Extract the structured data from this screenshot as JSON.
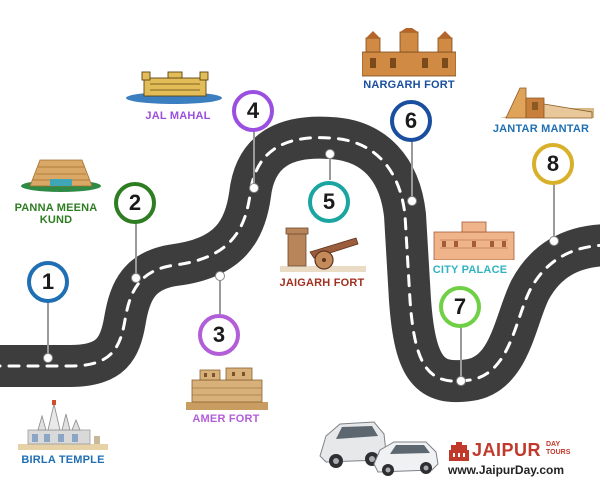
{
  "stops": [
    {
      "number": "1",
      "name": "BIRLA TEMPLE",
      "color": "#1f6fb2",
      "label_color": "#1f6fb2"
    },
    {
      "number": "2",
      "name": "PANNA MEENA KUND",
      "color": "#2e7d22",
      "label_color": "#2e7d22"
    },
    {
      "number": "3",
      "name": "AMER FORT",
      "color": "#b25ed8",
      "label_color": "#b25ed8"
    },
    {
      "number": "4",
      "name": "JAL MAHAL",
      "color": "#9b4fe0",
      "label_color": "#9b4fe0"
    },
    {
      "number": "5",
      "name": "JAIGARH FORT",
      "color": "#1aa5a1",
      "label_color": "#a03020"
    },
    {
      "number": "6",
      "name": "NARGARH FORT",
      "color": "#1a4fa0",
      "label_color": "#1a4fa0"
    },
    {
      "number": "7",
      "name": "CITY PALACE",
      "color": "#6fcf45",
      "label_color": "#32b3c0"
    },
    {
      "number": "8",
      "name": "JANTAR MANTAR",
      "color": "#d9b02a",
      "label_color": "#1f6fb2"
    }
  ],
  "logo": {
    "brand": "JAIPUR",
    "suffix_line1": "DAY",
    "suffix_line2": "TOURS",
    "url": "www.JaipurDay.com",
    "brand_color": "#c0392b"
  },
  "icons": [
    "temple-icon",
    "stepwell-icon",
    "fort-icon",
    "palace-on-water-icon",
    "cannon-icon",
    "fort-icon",
    "palace-icon",
    "observatory-icon",
    "cars-icon"
  ]
}
